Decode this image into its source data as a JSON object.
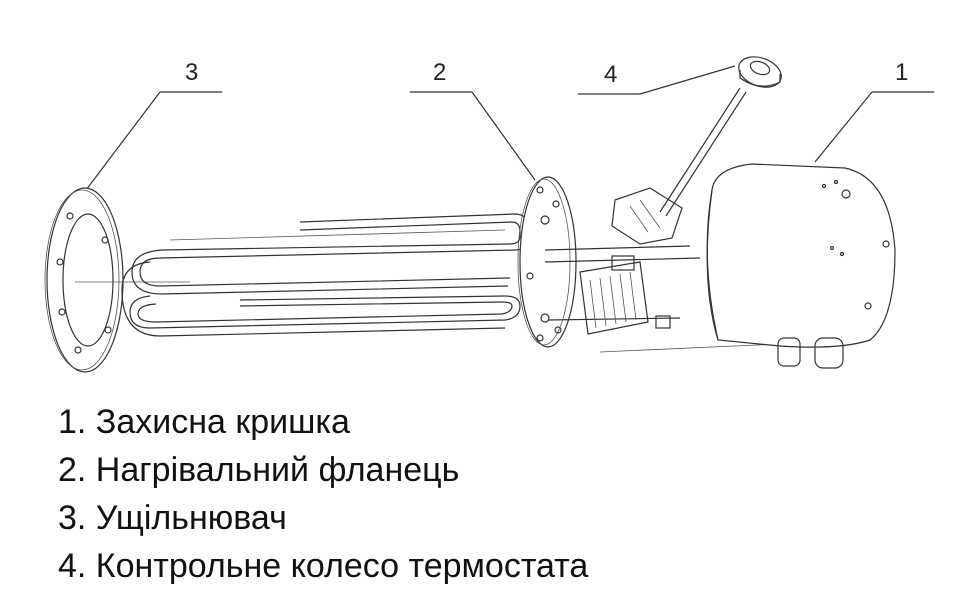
{
  "callouts": [
    {
      "number": "1",
      "part": "protective-cover"
    },
    {
      "number": "2",
      "part": "heating-flange"
    },
    {
      "number": "3",
      "part": "gasket"
    },
    {
      "number": "4",
      "part": "thermostat-knob"
    }
  ],
  "legend": [
    {
      "text": "1. Захисна кришка"
    },
    {
      "text": "2. Нагрівальний фланець"
    },
    {
      "text": "3. Ущільнювач"
    },
    {
      "text": "4. Контрольне колесо термостата"
    }
  ],
  "colors": {
    "line": "#333333",
    "background": "#ffffff",
    "text": "#111111"
  }
}
